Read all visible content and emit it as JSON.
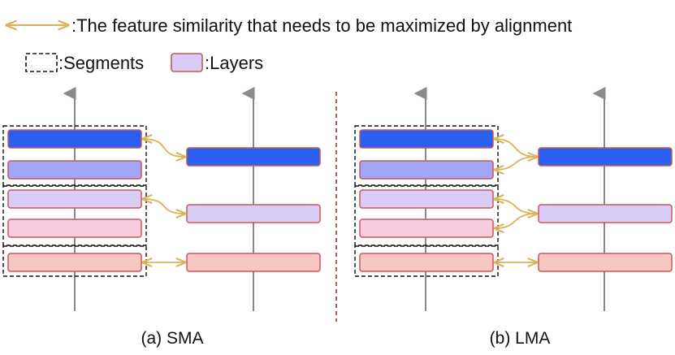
{
  "legend": {
    "arrow_text": ":The feature similarity that needs to be maximized by alignment",
    "segments_text": ":Segments",
    "layers_text": ":Layers"
  },
  "captions": {
    "left": "(a) SMA",
    "right": "(b) LMA"
  },
  "colors": {
    "arrow": "#d9b25c",
    "axis": "#8a8a8a",
    "divider": "#a03030",
    "layer_border": "#c8575c",
    "blue_dark": "#2b5ff0",
    "blue_light": "#a3a6f5",
    "lavender": "#d8ccf5",
    "pink": "#f9cde0",
    "salmon": "#f6c6c2"
  }
}
